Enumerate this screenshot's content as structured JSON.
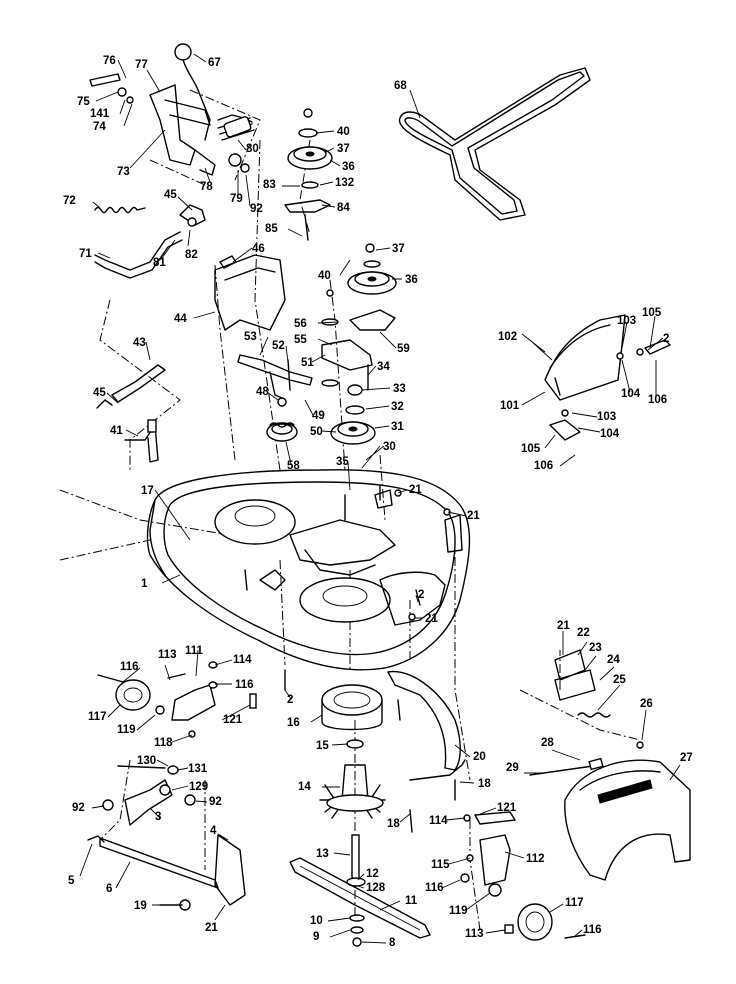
{
  "diagram": {
    "callouts": [
      "76",
      "77",
      "67",
      "75",
      "141",
      "74",
      "73",
      "78",
      "80",
      "79",
      "92",
      "72",
      "45",
      "82",
      "81",
      "71",
      "46",
      "44",
      "40",
      "37",
      "36",
      "83",
      "132",
      "84",
      "85",
      "37",
      "40",
      "36",
      "56",
      "55",
      "59",
      "53",
      "52",
      "51",
      "34",
      "33",
      "48",
      "49",
      "32",
      "50",
      "31",
      "58",
      "35",
      "30",
      "68",
      "102",
      "103",
      "105",
      "2",
      "101",
      "104",
      "106",
      "103",
      "104",
      "105",
      "106",
      "43",
      "45",
      "41",
      "17",
      "21",
      "21",
      "1",
      "2",
      "21",
      "116",
      "113",
      "111",
      "114",
      "116",
      "117",
      "119",
      "121",
      "118",
      "2",
      "16",
      "15",
      "20",
      "14",
      "18",
      "18",
      "21",
      "22",
      "23",
      "24",
      "25",
      "26",
      "27",
      "28",
      "29",
      "130",
      "131",
      "129",
      "92",
      "92",
      "3",
      "4",
      "5",
      "6",
      "19",
      "21",
      "13",
      "12",
      "128",
      "11",
      "10",
      "9",
      "8",
      "114",
      "121",
      "115",
      "112",
      "116",
      "119",
      "113",
      "117",
      "116"
    ]
  }
}
